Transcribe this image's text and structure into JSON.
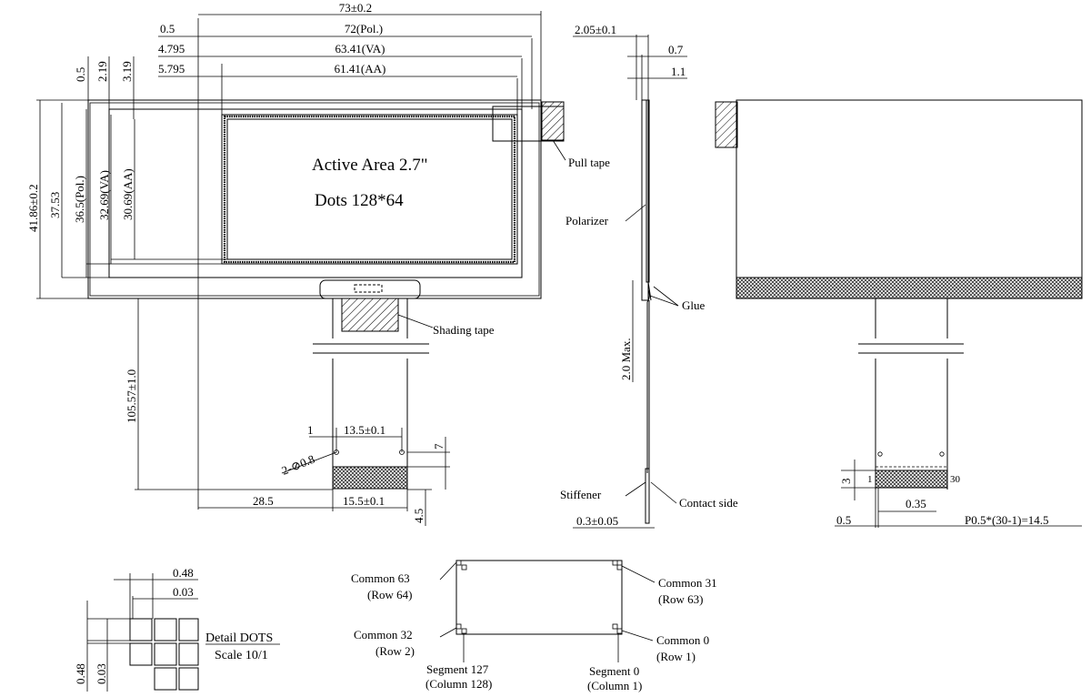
{
  "front_view": {
    "dims_top": [
      "73±0.2",
      "72(Pol.)",
      "63.41(VA)",
      "61.41(AA)"
    ],
    "dims_top_left": [
      "0.5",
      "4.795",
      "5.795"
    ],
    "dims_vertical_small": [
      "0.5",
      "2.19",
      "3.19"
    ],
    "dims_left": [
      "41.86±0.2",
      "37.53",
      "36.5(Pol.)",
      "32.69(VA)",
      "30.69(AA)"
    ],
    "active_area_title": "Active Area 2.7\"",
    "active_area_dots": "Dots 128*64",
    "pull_tape": "Pull tape",
    "shading_tape": "Shading tape",
    "fpc_length": "105.57±1.0",
    "hole_spacing": "13.5±0.1",
    "pin_1": "1",
    "holes": "2-⊘0.8",
    "dim_7": "7",
    "dim_28_5": "28.5",
    "stiffener_width": "15.5±0.1",
    "dim_4_5": "4.5"
  },
  "side_view": {
    "thickness": "2.05±0.1",
    "dim_0_7": "0.7",
    "dim_1_1": "1.1",
    "polarizer": "Polarizer",
    "glue": "Glue",
    "max_height": "2.0 Max.",
    "stiffener": "Stiffener",
    "contact_side": "Contact side",
    "fpc_thickness": "0.3±0.05"
  },
  "back_view": {
    "dim_3": "3",
    "pin_first": "1",
    "pin_last": "30",
    "pitch_width": "0.35",
    "dim_0_5": "0.5",
    "pitch_formula": "P0.5*(30-1)=14.5"
  },
  "detail_dots": {
    "pitch_h": "0.48",
    "gap_h": "0.03",
    "pitch_v": "0.48",
    "gap_v": "0.03",
    "title": "Detail DOTS",
    "scale": "Scale 10/1"
  },
  "pixel_map": {
    "common63": "Common 63",
    "row64": "(Row 64)",
    "common31": "Common 31",
    "row63": "(Row 63)",
    "common32": "Common 32",
    "row2": "(Row 2)",
    "common0": "Common 0",
    "row1": "(Row 1)",
    "segment127": "Segment 127",
    "column128": "(Column 128)",
    "segment0": "Segment 0",
    "column1": "(Column 1)"
  }
}
